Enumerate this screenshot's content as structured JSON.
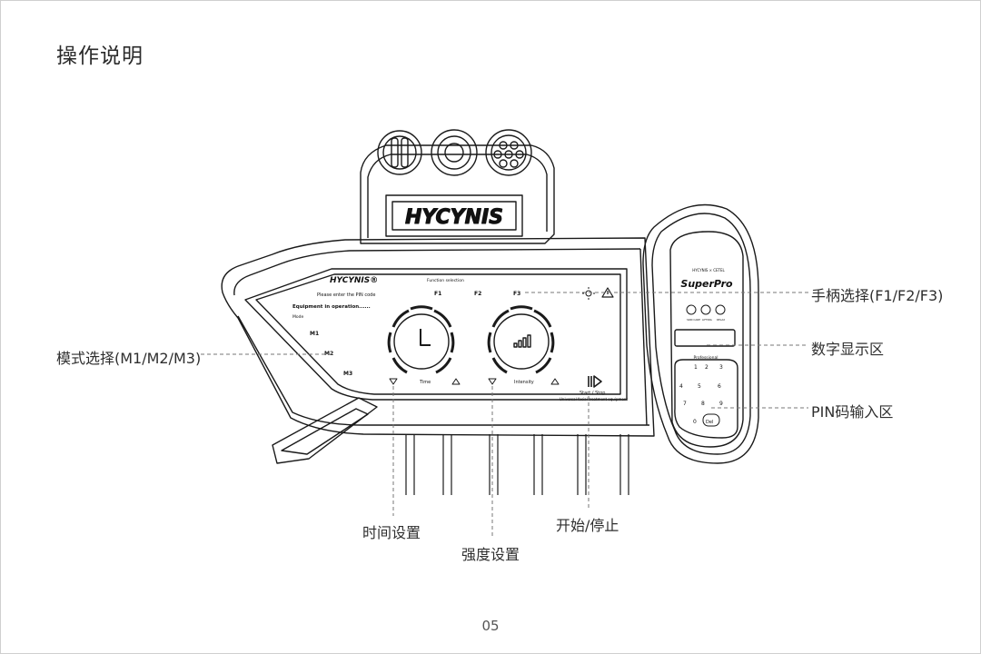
{
  "page_title": "操作说明",
  "page_number": "05",
  "callouts": {
    "handle_select": "手柄选择(F1/F2/F3)",
    "digital_display": "数字显示区",
    "pin_input": "PIN码输入区",
    "mode_select": "模式选择(M1/M2/M3)",
    "time_setting": "时间设置",
    "intensity_setting": "强度设置",
    "start_stop": "开始/停止"
  },
  "device": {
    "brand": "HYCYNIS",
    "panel_brand": "HYCYNIS®",
    "function_selection": "Function selection",
    "pin_prompt": "Please enter the PIN code",
    "f1": "F1",
    "f2": "F2",
    "f3": "F3",
    "equipment_status": "Equipment in operation......",
    "mode_label": "Mode",
    "m1": "M1",
    "m2": "M2",
    "m3": "M3",
    "time_label": "Time",
    "intensity_label": "Intensity",
    "start_stop_label": "Start / Stop",
    "subtitle": "Universal facial treatment equipment"
  },
  "remote": {
    "logo_line": "HYCYNIS × CETEL",
    "model": "SuperPro",
    "icon_labels": [
      "SKIN CARE",
      "LIFTING",
      "RELAX"
    ],
    "keypad_title": "Professional",
    "keys": [
      "1",
      "2",
      "3",
      "4",
      "5",
      "6",
      "7",
      "8",
      "9",
      "0",
      "Del"
    ]
  }
}
